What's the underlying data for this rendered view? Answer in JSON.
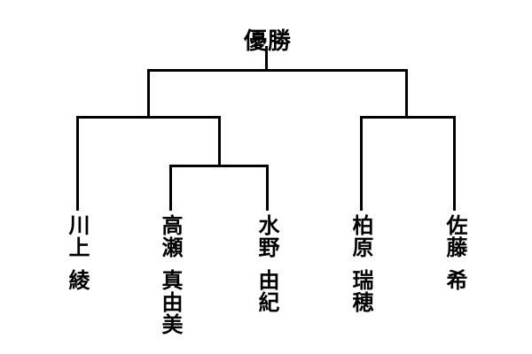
{
  "diagram": {
    "type": "tournament-bracket",
    "champion_label": "優勝",
    "players": [
      {
        "surname": "川上",
        "given_name": "綾"
      },
      {
        "surname": "高瀬",
        "given_name": "真由美"
      },
      {
        "surname": "水野",
        "given_name": "由紀"
      },
      {
        "surname": "柏原",
        "given_name": "瑞穂"
      },
      {
        "surname": "佐藤",
        "given_name": "希"
      }
    ],
    "colors": {
      "line": "#000000",
      "text": "#000000",
      "background": "#ffffff"
    }
  }
}
